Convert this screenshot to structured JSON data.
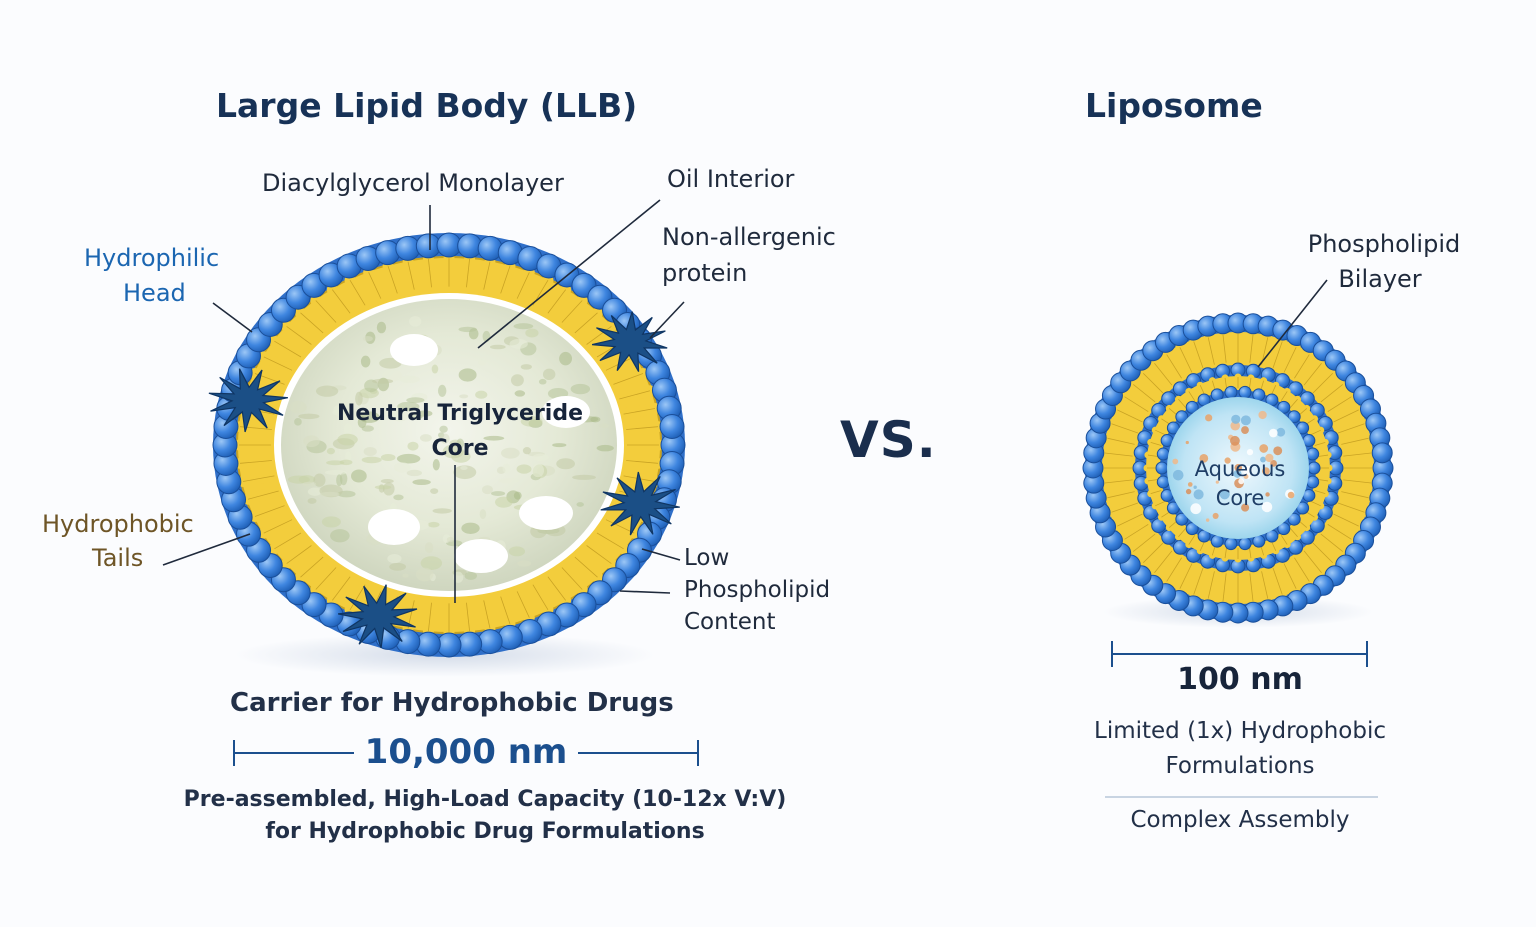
{
  "llb": {
    "title": "Large Lipid Body (LLB)",
    "labels": {
      "monolayer": "Diacylglycerol Monolayer",
      "oil_interior": "Oil Interior",
      "protein_1": "Non-allergenic",
      "protein_2": "protein",
      "head_1": "Hydrophilic",
      "head_2": "Head",
      "tails_1": "Hydrophobic",
      "tails_2": "Tails",
      "core_1": "Neutral Triglyceride",
      "core_2": "Core",
      "low_1": "Low",
      "low_2": "Phospholipid",
      "low_3": "Content"
    },
    "subtitle": "Carrier for Hydrophobic Drugs",
    "size": "10,000 nm",
    "desc_1": "Pre-assembled, High-Load Capacity (10-12x V:V)",
    "desc_2": "for Hydrophobic Drug Formulations"
  },
  "vs": "VS.",
  "liposome": {
    "title": "Liposome",
    "bilayer_1": "Phospholipid",
    "bilayer_2": "Bilayer",
    "core_1": "Aqueous",
    "core_2": "Core",
    "size": "100 nm",
    "desc_1": "Limited (1x) Hydrophobic",
    "desc_2": "Formulations",
    "desc_3": "Complex Assembly"
  },
  "colors": {
    "head_blue": "#3f86e0",
    "tail_yellow": "#f3cd3c",
    "protein_navy": "#1b4f86",
    "accent_blue": "#1b66b1"
  }
}
